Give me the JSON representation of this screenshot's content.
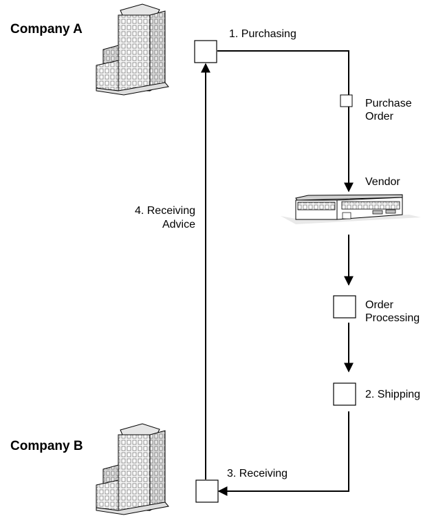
{
  "companies": {
    "a": "Company A",
    "b": "Company B"
  },
  "steps": {
    "purchasing": "1. Purchasing",
    "shipping": "2. Shipping",
    "receiving": "3. Receiving",
    "advice_line1": "4. Receiving",
    "advice_line2": "Advice"
  },
  "documents": {
    "po_line1": "Purchase",
    "po_line2": "Order",
    "op_line1": "Order",
    "op_line2": "Processing"
  },
  "vendor": "Vendor",
  "icons": {
    "building": "office-building-icon",
    "warehouse": "vendor-warehouse-icon"
  },
  "colors": {
    "line": "#000000",
    "node_fill": "#ffffff",
    "building_fill": "#f4f4f4",
    "building_shade": "#c8c8c8"
  }
}
